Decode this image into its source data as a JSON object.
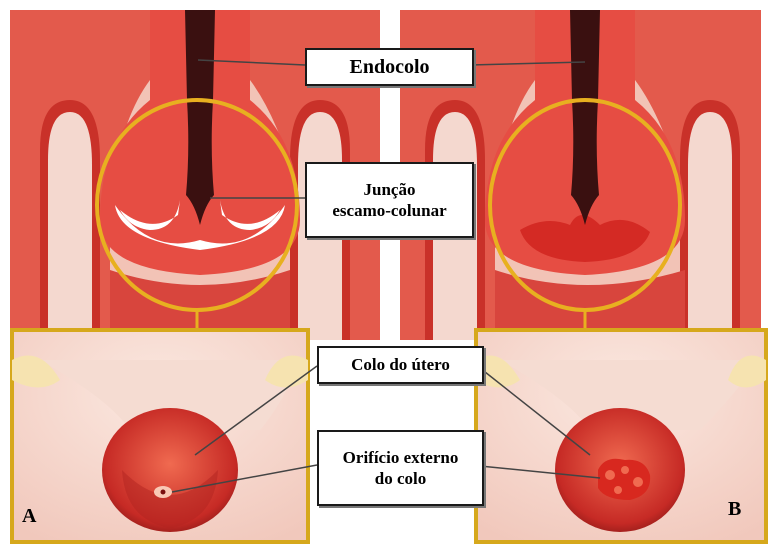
{
  "labels": {
    "endocolo": "Endocolo",
    "juncao_line1": "Junção",
    "juncao_line2": "escamo-colunar",
    "colo": "Colo do útero",
    "orificio_line1": "Orifício externo",
    "orificio_line2": "do colo"
  },
  "panels": {
    "left": "A",
    "right": "B"
  },
  "colors": {
    "tissue": "#e8504a",
    "tissue_light": "#f4a79a",
    "canal": "#3a1010",
    "ring": "#e8b020",
    "frame": "#d6a81c"
  }
}
